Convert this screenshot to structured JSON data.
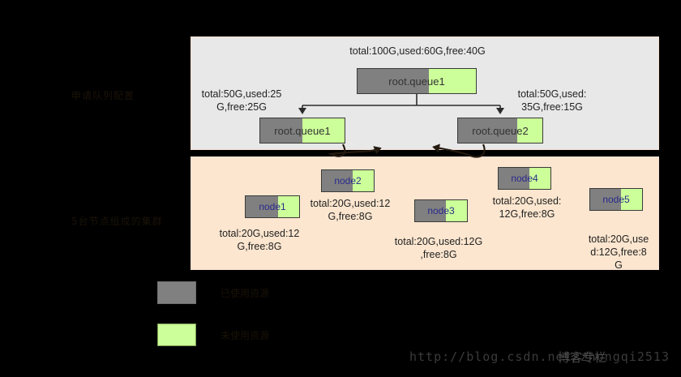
{
  "side_labels": {
    "queue_config": "申请队列配置",
    "cluster": "5台节点组成的集群"
  },
  "queue_panel": {
    "root": {
      "name": "root.queue1",
      "annotation": "total:100G,used:60G,free:40G",
      "used_percent": 60,
      "free_percent": 40
    },
    "children": [
      {
        "name": "root.queue1",
        "annotation": "total:50G,used:25\nG,free:25G",
        "used_percent": 50,
        "free_percent": 50
      },
      {
        "name": "root.queue2",
        "annotation": "total:50G,used:\n35G,free:15G",
        "used_percent": 70,
        "free_percent": 30
      }
    ]
  },
  "cluster_panel": {
    "nodes": [
      {
        "name": "node1",
        "annotation": "total:20G,used:12\nG,free:8G",
        "used_percent": 60,
        "free_percent": 40
      },
      {
        "name": "node2",
        "annotation": "total:20G,used:12\nG,free:8G",
        "used_percent": 60,
        "free_percent": 40
      },
      {
        "name": "node3",
        "annotation": "total:20G,used:12G\n,free:8G",
        "used_percent": 60,
        "free_percent": 40
      },
      {
        "name": "node4",
        "annotation": "total:20G,used:\n12G,free:8G",
        "used_percent": 60,
        "free_percent": 40
      },
      {
        "name": "node5",
        "annotation": "total:20G,use\nd:12G,free:8\nG",
        "used_percent": 60,
        "free_percent": 40
      }
    ]
  },
  "legend": {
    "used_label": "已使用资源",
    "free_label": "未使用资源"
  },
  "watermark": {
    "url": "http://blog.csdn.net/zhongqi2513",
    "cn": "博客专栏"
  },
  "colors": {
    "used": "#808080",
    "free": "#ccff99",
    "queue_panel_bg": "#e8e8e8",
    "cluster_panel_bg": "#fce6cf",
    "canvas_bg": "#000000",
    "node_label": "#2a2a8c",
    "connector": "#2b2b2b"
  }
}
